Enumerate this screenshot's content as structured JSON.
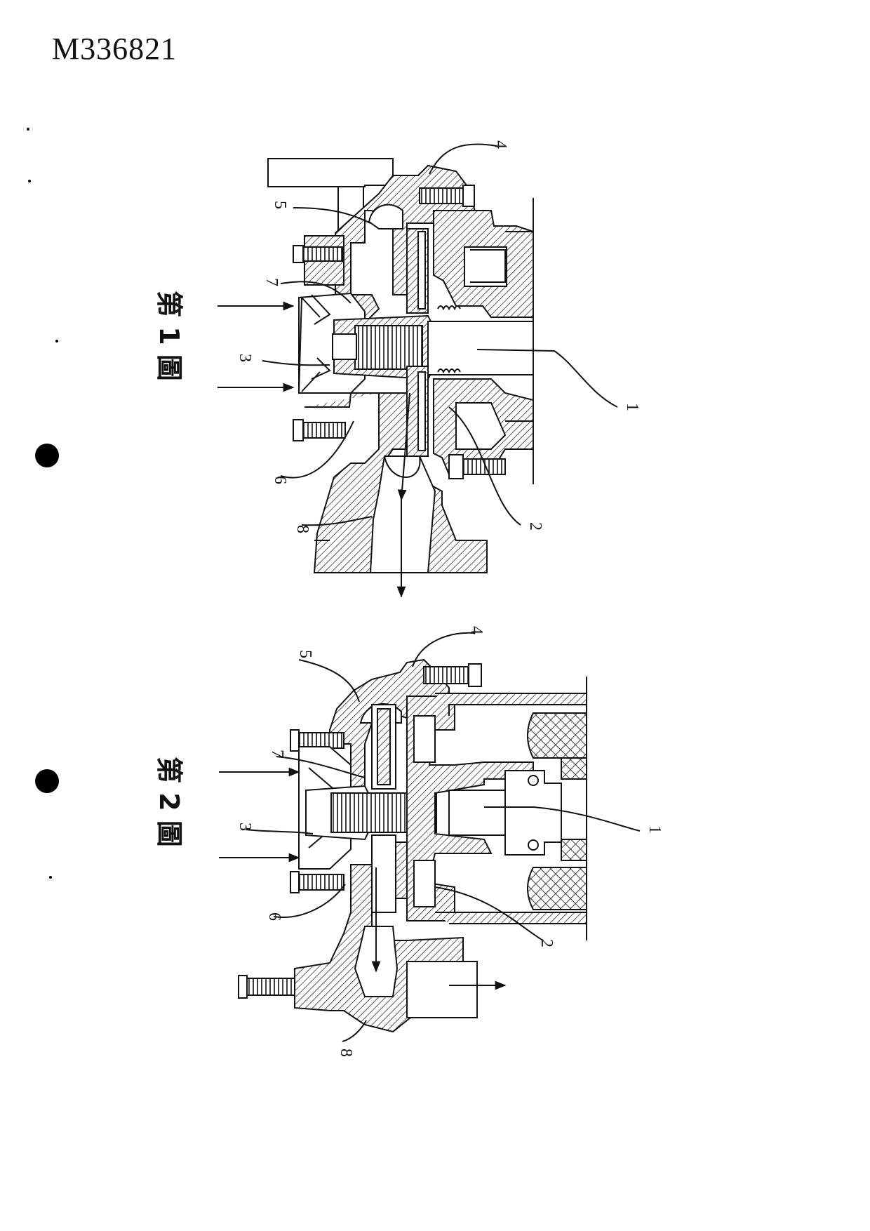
{
  "document": {
    "number": "M336821"
  },
  "figures": [
    {
      "caption": "第 1 圖",
      "part_labels": [
        "1",
        "2",
        "3",
        "4",
        "5",
        "6",
        "7",
        "8"
      ]
    },
    {
      "caption": "第 2 圖",
      "part_labels": [
        "1",
        "2",
        "3",
        "4",
        "5",
        "6",
        "7",
        "8"
      ]
    }
  ],
  "colors": {
    "ink": "#111111",
    "paper": "#ffffff"
  }
}
